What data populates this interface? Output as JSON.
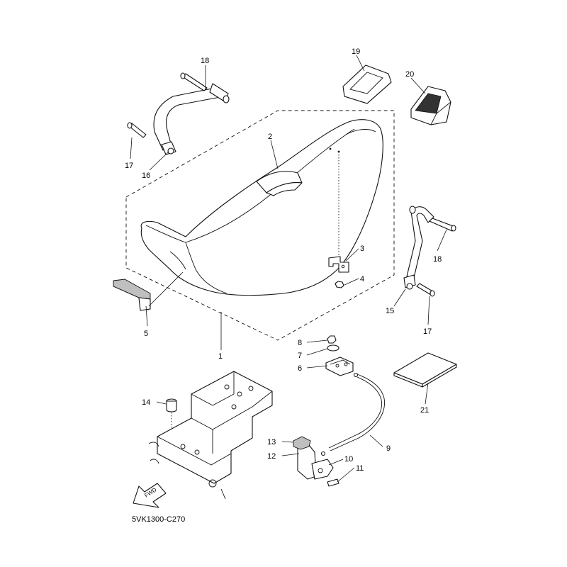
{
  "diagram": {
    "code": "5VK1300-C270",
    "fwd_text": "FWD"
  },
  "labels": {
    "p1": "1",
    "p2": "2",
    "p3": "3",
    "p4": "4",
    "p5": "5",
    "p6": "6",
    "p7": "7",
    "p8": "8",
    "p9": "9",
    "p10": "10",
    "p11": "11",
    "p12": "12",
    "p13": "13",
    "p14": "14",
    "p15": "15",
    "p16": "16",
    "p17a": "17",
    "p17b": "17",
    "p18a": "18",
    "p18b": "18",
    "p19": "19",
    "p20": "20",
    "p21": "21"
  }
}
